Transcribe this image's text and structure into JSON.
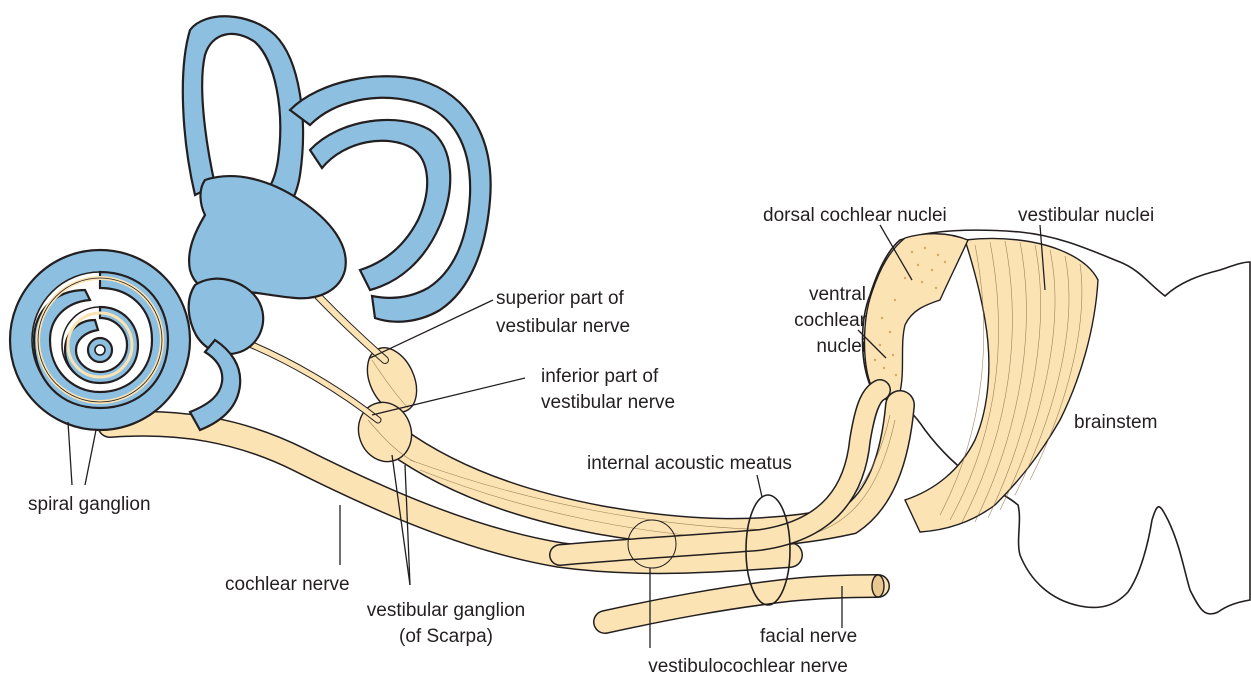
{
  "labels": {
    "spiral_ganglion": "spiral ganglion",
    "cochlear_nerve": "cochlear nerve",
    "vestibular_ganglion_line1": "vestibular ganglion",
    "vestibular_ganglion_line2": "(of Scarpa)",
    "superior_part_line1": "superior part of",
    "superior_part_line2": "vestibular nerve",
    "inferior_part_line1": "inferior part of",
    "inferior_part_line2": "vestibular nerve",
    "internal_acoustic_meatus": "internal acoustic meatus",
    "vestibulocochlear_nerve": "vestibulocochlear nerve",
    "facial_nerve": "facial nerve",
    "dorsal_cochlear_nuclei": "dorsal cochlear nuclei",
    "vestibular_nuclei": "vestibular nuclei",
    "ventral_cochlear_line1": "ventral",
    "ventral_cochlear_line2": "cochlear",
    "ventral_cochlear_line3": "nuclei",
    "brainstem": "brainstem"
  },
  "colors": {
    "labyrinth": "#8dbfe0",
    "nerve": "#fbe3b4",
    "outline": "#231f20",
    "background": "#ffffff"
  }
}
